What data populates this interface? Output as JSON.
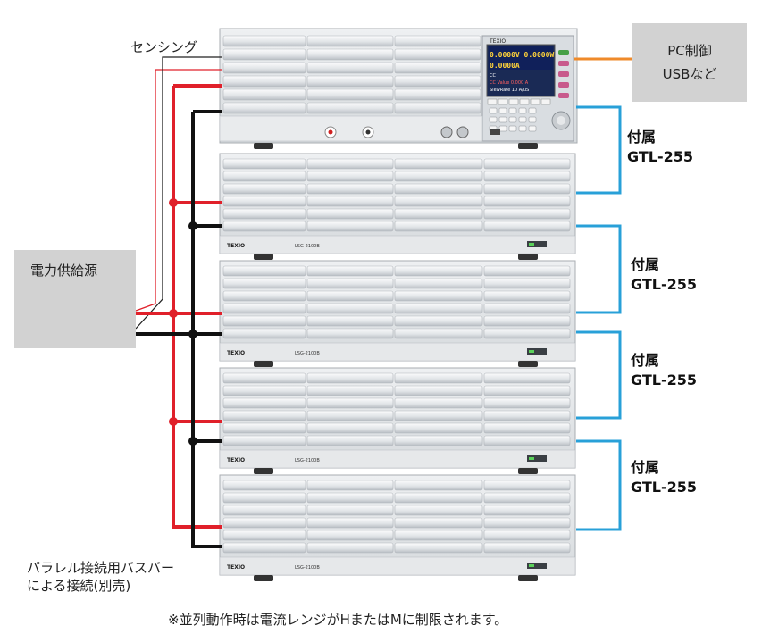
{
  "labels": {
    "sensing": "センシング",
    "pc_control_line1": "PC制御",
    "pc_control_line2": "USBなど",
    "power_source": "電力供給源",
    "plus": "+",
    "minus": "−",
    "busbar_line1": "パラレル接続用バスバー",
    "busbar_line2": "による接続(別売)",
    "note": "※並列動作時は電流レンジがHまたはMに制限されます。"
  },
  "cables": [
    {
      "line1": "付属",
      "line2": "GTL-255"
    },
    {
      "line1": "付属",
      "line2": "GTL-255"
    },
    {
      "line1": "付属",
      "line2": "GTL-255"
    },
    {
      "line1": "付属",
      "line2": "GTL-255"
    }
  ],
  "master": {
    "brand": "TEXIO",
    "display_line1": "0.0000V 0.0000W",
    "display_line2": "0.0000A",
    "display_line3": "CC",
    "display_line4": "CC Value 0.000 A",
    "display_line5": "SlewRate 10 A/uS"
  },
  "boosters": [
    {
      "brand": "TEXIO",
      "model": "LSG-2100B"
    },
    {
      "brand": "TEXIO",
      "model": "LSG-2100B"
    },
    {
      "brand": "TEXIO",
      "model": "LSG-2100B"
    },
    {
      "brand": "TEXIO",
      "model": "LSG-2100B"
    }
  ],
  "colors": {
    "positive_wire": "#e0202a",
    "negative_wire": "#111111",
    "usb_cable": "#ef8a2a",
    "link_cable": "#28a0d8",
    "label_box": "#d2d2d2",
    "device_body": "#e4e7ea"
  }
}
